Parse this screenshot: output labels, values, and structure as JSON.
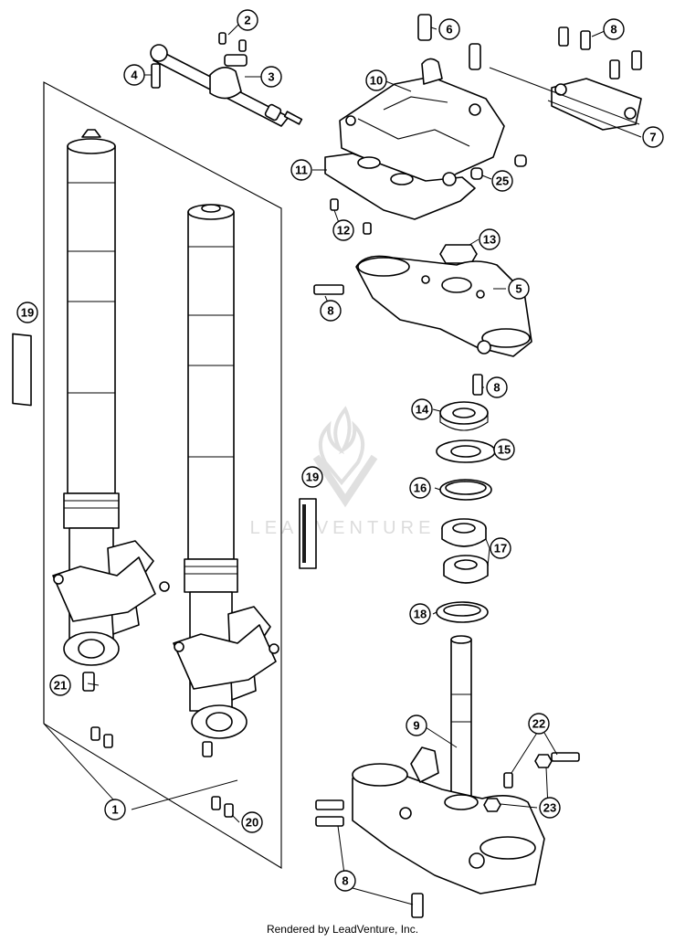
{
  "diagram": {
    "callouts": {
      "c1": "1",
      "c2": "2",
      "c3": "3",
      "c4": "4",
      "c5": "5",
      "c6": "6",
      "c7": "7",
      "c8a": "8",
      "c8b": "8",
      "c8c": "8",
      "c8d": "8",
      "c9": "9",
      "c10": "10",
      "c11": "11",
      "c12": "12",
      "c13": "13",
      "c14": "14",
      "c15": "15",
      "c16": "16",
      "c17": "17",
      "c18": "18",
      "c19a": "19",
      "c19b": "19",
      "c20": "20",
      "c21": "21",
      "c22": "22",
      "c23": "23",
      "c25": "25"
    },
    "watermark": "LEADVENTURE",
    "footer": "Rendered by LeadVenture, Inc."
  }
}
